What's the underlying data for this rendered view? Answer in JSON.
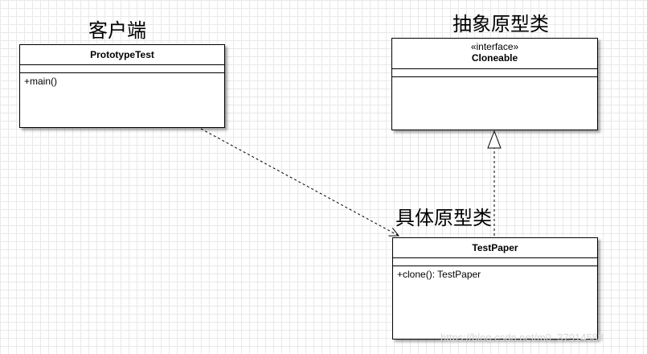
{
  "captions": {
    "client": "客户端",
    "abstract_prototype": "抽象原型类",
    "concrete_prototype": "具体原型类"
  },
  "classes": {
    "prototype_test": {
      "name": "PrototypeTest",
      "operations": [
        "+main()"
      ]
    },
    "cloneable": {
      "stereotype": "«interface»",
      "name": "Cloneable",
      "operations": []
    },
    "test_paper": {
      "name": "TestPaper",
      "operations": [
        "+clone(): TestPaper"
      ]
    }
  },
  "relations": [
    {
      "from": "PrototypeTest",
      "to": "TestPaper",
      "type": "dependency"
    },
    {
      "from": "TestPaper",
      "to": "Cloneable",
      "type": "realization"
    }
  ],
  "watermark": "https://blog.csdn.net/m0_37914588"
}
